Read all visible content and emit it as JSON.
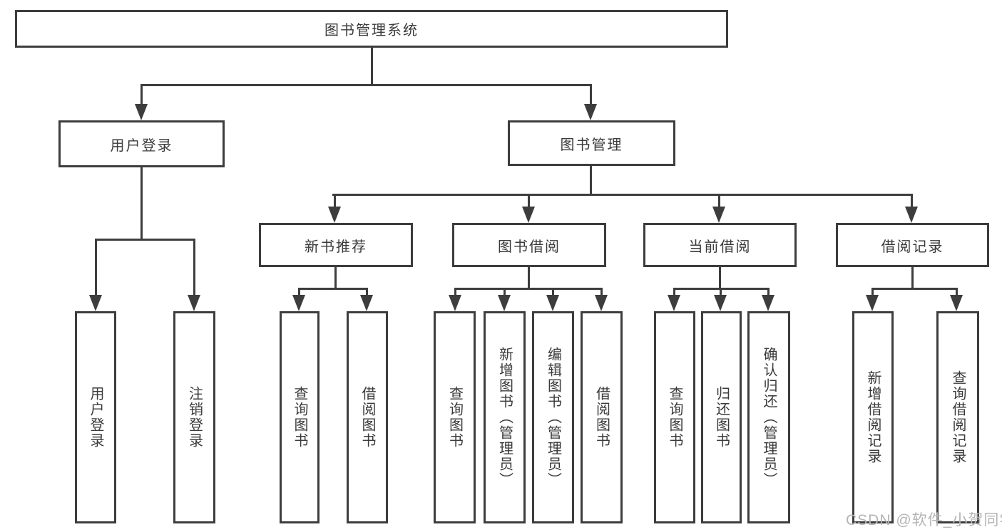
{
  "diagram": {
    "title": "图书管理系统",
    "branches": [
      {
        "label": "用户登录",
        "children": [
          {
            "label": "用户登录"
          },
          {
            "label": "注销登录"
          }
        ]
      },
      {
        "label": "图书管理",
        "children": [
          {
            "label": "新书推荐",
            "children": [
              {
                "label": "查询图书"
              },
              {
                "label": "借阅图书"
              }
            ]
          },
          {
            "label": "图书借阅",
            "children": [
              {
                "label": "查询图书"
              },
              {
                "label": "新增图书（管理员）"
              },
              {
                "label": "编辑图书（管理员）"
              },
              {
                "label": "借阅图书"
              }
            ]
          },
          {
            "label": "当前借阅",
            "children": [
              {
                "label": "查询图书"
              },
              {
                "label": "归还图书"
              },
              {
                "label": "确认归还（管理员）"
              }
            ]
          },
          {
            "label": "借阅记录",
            "children": [
              {
                "label": "新增借阅记录"
              },
              {
                "label": "查询借阅记录"
              }
            ]
          }
        ]
      }
    ]
  },
  "watermark": {
    "text": "CSDN @软件_小贺同学"
  }
}
